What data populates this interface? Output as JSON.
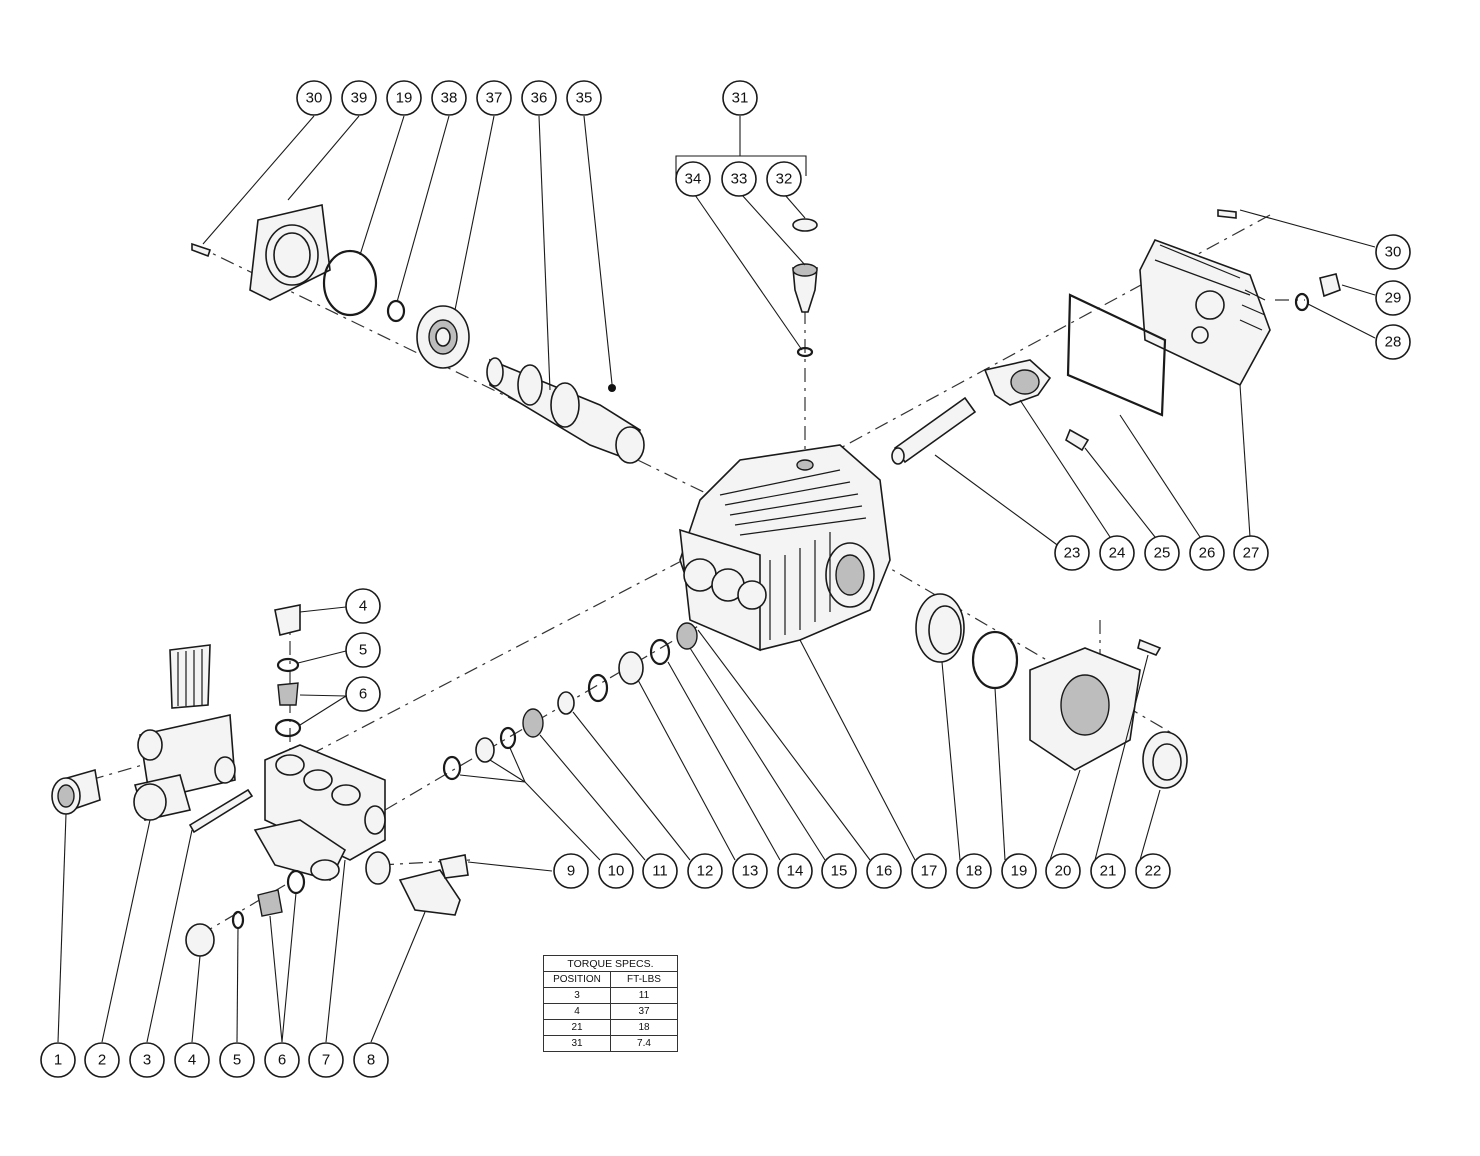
{
  "callouts": [
    {
      "id": "c30a",
      "label": "30"
    },
    {
      "id": "c39",
      "label": "39"
    },
    {
      "id": "c19a",
      "label": "19"
    },
    {
      "id": "c38",
      "label": "38"
    },
    {
      "id": "c37",
      "label": "37"
    },
    {
      "id": "c36",
      "label": "36"
    },
    {
      "id": "c35",
      "label": "35"
    },
    {
      "id": "c31",
      "label": "31"
    },
    {
      "id": "c34",
      "label": "34"
    },
    {
      "id": "c33",
      "label": "33"
    },
    {
      "id": "c32",
      "label": "32"
    },
    {
      "id": "c30b",
      "label": "30"
    },
    {
      "id": "c29",
      "label": "29"
    },
    {
      "id": "c28",
      "label": "28"
    },
    {
      "id": "c23",
      "label": "23"
    },
    {
      "id": "c24",
      "label": "24"
    },
    {
      "id": "c25",
      "label": "25"
    },
    {
      "id": "c26",
      "label": "26"
    },
    {
      "id": "c27",
      "label": "27"
    },
    {
      "id": "c4a",
      "label": "4"
    },
    {
      "id": "c5a",
      "label": "5"
    },
    {
      "id": "c6a",
      "label": "6"
    },
    {
      "id": "c9",
      "label": "9"
    },
    {
      "id": "c10",
      "label": "10"
    },
    {
      "id": "c11",
      "label": "11"
    },
    {
      "id": "c12",
      "label": "12"
    },
    {
      "id": "c13",
      "label": "13"
    },
    {
      "id": "c14",
      "label": "14"
    },
    {
      "id": "c15",
      "label": "15"
    },
    {
      "id": "c16",
      "label": "16"
    },
    {
      "id": "c17",
      "label": "17"
    },
    {
      "id": "c18",
      "label": "18"
    },
    {
      "id": "c19b",
      "label": "19"
    },
    {
      "id": "c20",
      "label": "20"
    },
    {
      "id": "c21",
      "label": "21"
    },
    {
      "id": "c22",
      "label": "22"
    },
    {
      "id": "c1",
      "label": "1"
    },
    {
      "id": "c2",
      "label": "2"
    },
    {
      "id": "c3",
      "label": "3"
    },
    {
      "id": "c4b",
      "label": "4"
    },
    {
      "id": "c5b",
      "label": "5"
    },
    {
      "id": "c6b",
      "label": "6"
    },
    {
      "id": "c7",
      "label": "7"
    },
    {
      "id": "c8",
      "label": "8"
    }
  ],
  "torque_table": {
    "title": "TORQUE SPECS.",
    "headers": [
      "POSITION",
      "FT-LBS"
    ],
    "rows": [
      [
        "3",
        "11"
      ],
      [
        "4",
        "37"
      ],
      [
        "21",
        "18"
      ],
      [
        "31",
        "7.4"
      ]
    ]
  }
}
